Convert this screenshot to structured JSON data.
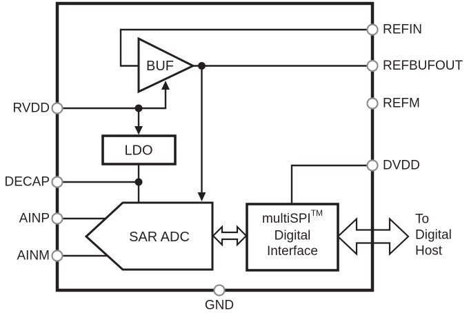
{
  "diagram": {
    "blocks": {
      "buf": "BUF",
      "ldo": "LDO",
      "sar_adc": "SAR ADC",
      "interface": {
        "line1": "multiSPI",
        "line1_sup": "TM",
        "line2": "Digital",
        "line3": "Interface"
      }
    },
    "pins": {
      "left": [
        "RVDD",
        "DECAP",
        "AINP",
        "AINM"
      ],
      "right": [
        "REFIN",
        "REFBUFOUT",
        "REFM",
        "DVDD"
      ],
      "bottom": [
        "GND"
      ]
    },
    "annotations": {
      "to_digital_host": [
        "To",
        "Digital",
        "Host"
      ]
    },
    "colors": {
      "line": "#231f20",
      "pin_stroke": "#8d8d8d",
      "background": "#ffffff"
    }
  }
}
